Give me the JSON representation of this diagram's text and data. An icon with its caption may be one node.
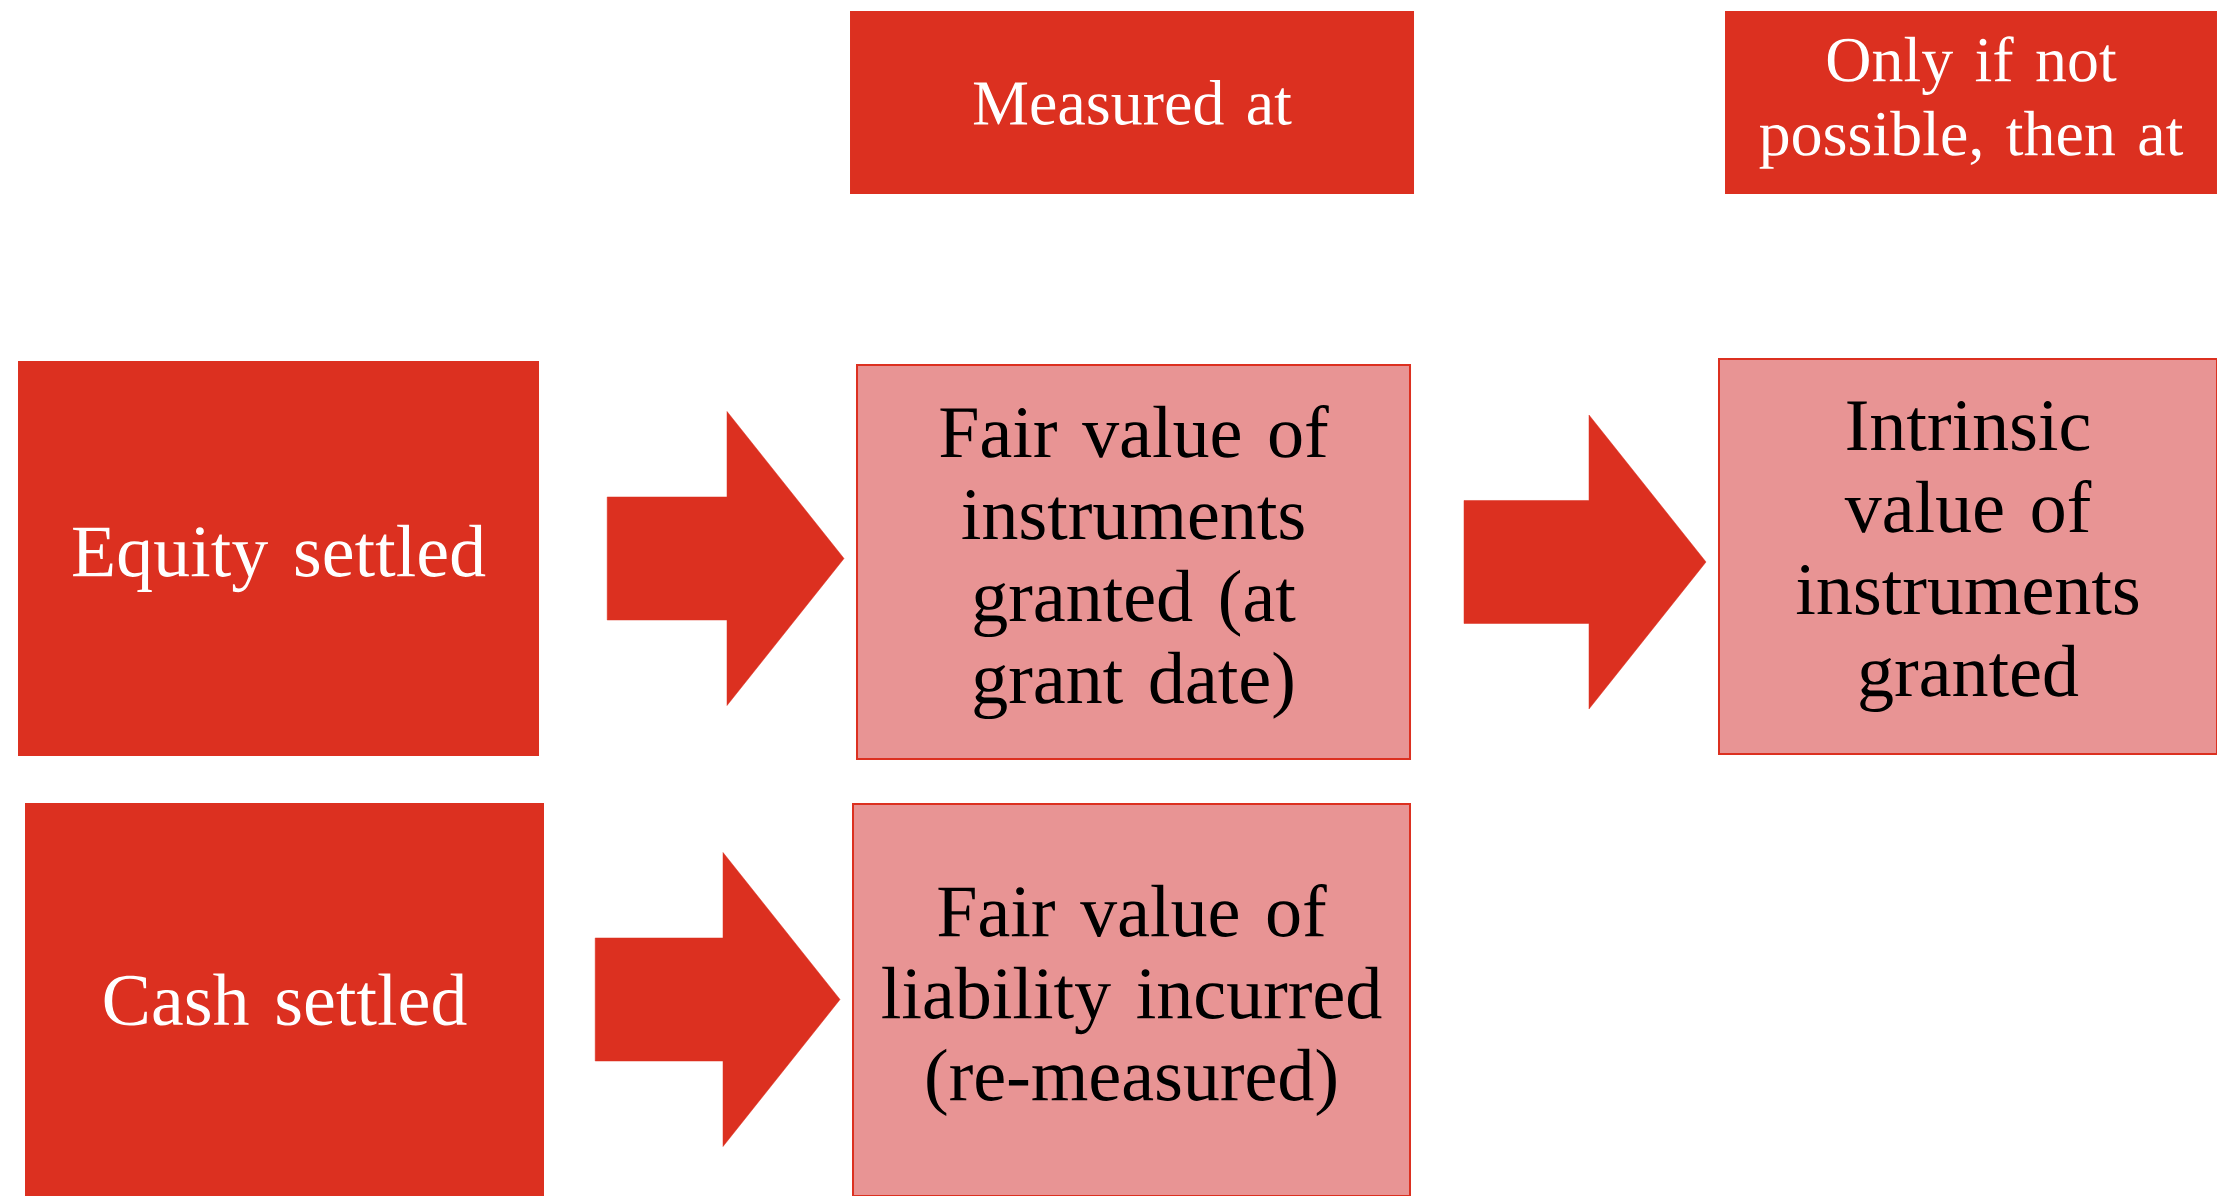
{
  "diagram": {
    "nodes": [
      {
        "text": [
          "Measured at"
        ]
      },
      {
        "text": [
          "Only if not possible, then at"
        ]
      },
      {
        "text": [
          "Equity settled"
        ]
      },
      {
        "text": [
          "Fair value of instruments granted (at grant date)"
        ]
      },
      {
        "text": [
          "Intrinsic value of instruments granted"
        ]
      },
      {
        "text": [
          "Cash settled"
        ]
      },
      {
        "text": [
          "Fair value of liability incurred (re-measured)"
        ]
      }
    ],
    "edges": [
      {
        "from": 2,
        "to": 3,
        "arrow": "to"
      },
      {
        "from": 3,
        "to": 4,
        "arrow": "to"
      },
      {
        "from": 5,
        "to": 6,
        "arrow": "to"
      }
    ]
  }
}
